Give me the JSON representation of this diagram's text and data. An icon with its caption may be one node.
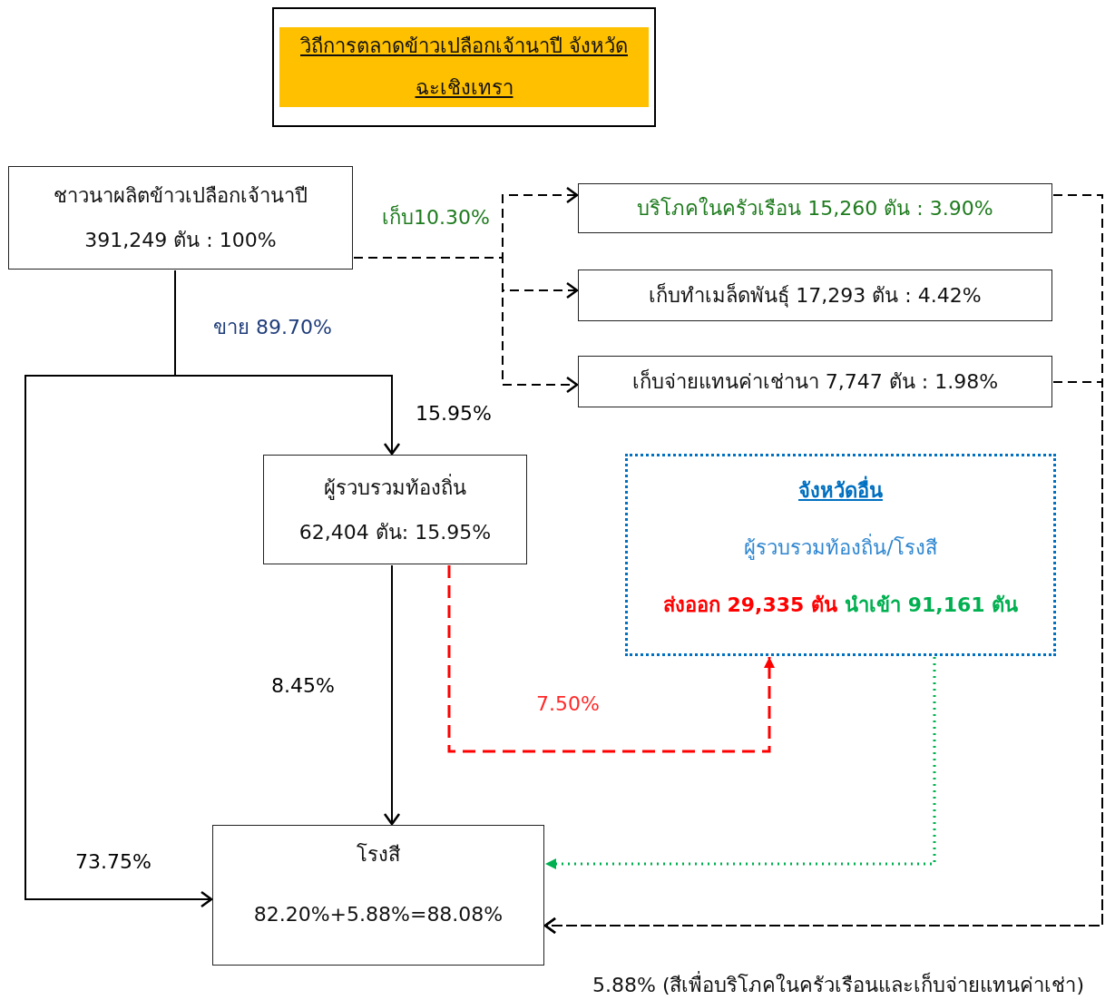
{
  "diagram": {
    "title": "วิถีการตลาดข้าวเปลือกเจ้านาปี จังหวัดฉะเชิงเทรา",
    "nodes": [
      {
        "text": [
          "ชาวนาผลิตข้าวเปลือกเจ้านาปี",
          "391,249 ตัน : 100%"
        ]
      },
      {
        "text": [
          "บริโภคในครัวเรือน 15,260 ตัน : 3.90%"
        ]
      },
      {
        "text": [
          "เก็บทำเมล็ดพันธุ์ 17,293 ตัน : 4.42%"
        ]
      },
      {
        "text": [
          "เก็บจ่ายแทนค่าเช่านา 7,747 ตัน : 1.98%"
        ]
      },
      {
        "text": [
          "ผู้รวบรวมท้องถิ่น",
          "62,404 ตัน: 15.95%"
        ]
      },
      {
        "text": [
          "จังหวัดอื่น",
          "ผู้รวบรวมท้องถิ่น/โรงสี",
          "ส่งออก 29,335 ตัน",
          "นำเข้า 91,161 ตัน"
        ]
      },
      {
        "text": [
          "โรงสี",
          "82.20%+5.88%=88.08%"
        ]
      }
    ],
    "edges": [
      {
        "from": 0,
        "to": 4,
        "arrow": "to",
        "label": "15.95%"
      },
      {
        "from": 0,
        "to": 6,
        "arrow": "to",
        "label": "73.75%"
      },
      {
        "from": 0,
        "to": 1,
        "arrow": "to",
        "style": "dashed"
      },
      {
        "from": 0,
        "to": 2,
        "arrow": "to",
        "style": "dashed"
      },
      {
        "from": 0,
        "to": 3,
        "arrow": "to",
        "style": "dashed"
      },
      {
        "from": 4,
        "to": 6,
        "arrow": "to",
        "label": "8.45%"
      },
      {
        "from": 4,
        "to": 5,
        "arrow": "to",
        "label": "7.50%",
        "style": "dashed",
        "color": "#ff0000"
      },
      {
        "from": 5,
        "to": 6,
        "arrow": "to",
        "style": "dashed",
        "color": "#00b050"
      },
      {
        "from": 1,
        "to": 6,
        "arrow": "to",
        "style": "dashed"
      },
      {
        "from": 3,
        "to": 6,
        "arrow": "to",
        "style": "dashed"
      }
    ],
    "labels": [
      "เก็บ10.30%",
      "ขาย 89.70%",
      "5.88% (สีเพื่อบริโภคในครัวเรือนและเก็บจ่ายแทนค่าเช่า)"
    ]
  }
}
